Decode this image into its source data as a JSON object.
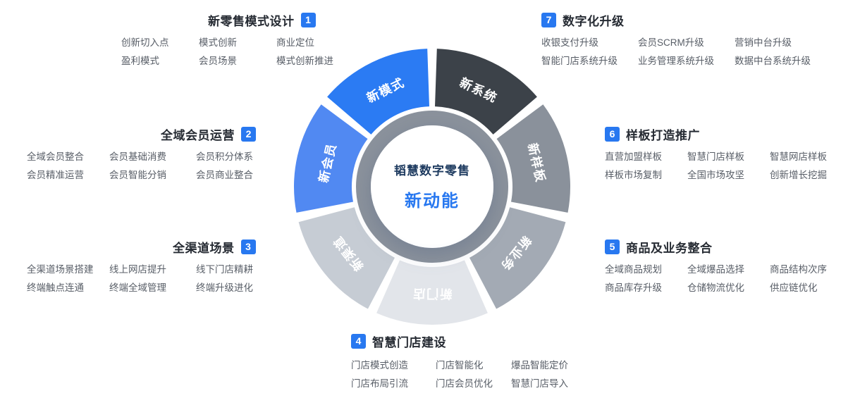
{
  "colors": {
    "accent": "#2878f0",
    "ring": "#8b929c"
  },
  "center": {
    "line1": "韬慧数字零售",
    "line2": "新动能"
  },
  "wheel": {
    "segments": [
      {
        "label": "新系统",
        "color": "#3c4249"
      },
      {
        "label": "新样板",
        "color": "#8a919b"
      },
      {
        "label": "新业务",
        "color": "#a3aab4"
      },
      {
        "label": "新门店",
        "color": "#e2e5ea"
      },
      {
        "label": "新渠道",
        "color": "#c6ccd4"
      },
      {
        "label": "新会员",
        "color": "#5189f2"
      },
      {
        "label": "新模式",
        "color": "#2b7bf3"
      }
    ]
  },
  "sections": [
    {
      "num": "1",
      "title": "新零售模式设计",
      "items": [
        [
          "创新切入点",
          "模式创新",
          "商业定位"
        ],
        [
          "盈利模式",
          "会员场景",
          "模式创新推进"
        ]
      ]
    },
    {
      "num": "2",
      "title": "全域会员运营",
      "items": [
        [
          "全域会员整合",
          "会员基础消费",
          "会员积分体系"
        ],
        [
          "会员精准运营",
          "会员智能分销",
          "会员商业整合"
        ]
      ]
    },
    {
      "num": "3",
      "title": "全渠道场景",
      "items": [
        [
          "全渠道场景搭建",
          "线上网店提升",
          "线下门店精耕"
        ],
        [
          "终端触点连通",
          "终端全域管理",
          "终端升级进化"
        ]
      ]
    },
    {
      "num": "4",
      "title": "智慧门店建设",
      "items": [
        [
          "门店模式创造",
          "门店智能化",
          "爆品智能定价"
        ],
        [
          "门店布局引流",
          "门店会员优化",
          "智慧门店导入"
        ]
      ]
    },
    {
      "num": "5",
      "title": "商品及业务整合",
      "items": [
        [
          "全域商品规划",
          "全域爆品选择",
          "商品结构次序"
        ],
        [
          "商品库存升级",
          "仓储物流优化",
          "供应链优化"
        ]
      ]
    },
    {
      "num": "6",
      "title": "样板打造推广",
      "items": [
        [
          "直营加盟样板",
          "智慧门店样板",
          "智慧网店样板"
        ],
        [
          "样板市场复制",
          "全国市场攻坚",
          "创新增长挖掘"
        ]
      ]
    },
    {
      "num": "7",
      "title": "数字化升级",
      "items": [
        [
          "收银支付升级",
          "会员SCRM升级",
          "营销中台升级"
        ],
        [
          "智能门店系统升级",
          "业务管理系统升级",
          "数据中台系统升级"
        ]
      ]
    }
  ]
}
